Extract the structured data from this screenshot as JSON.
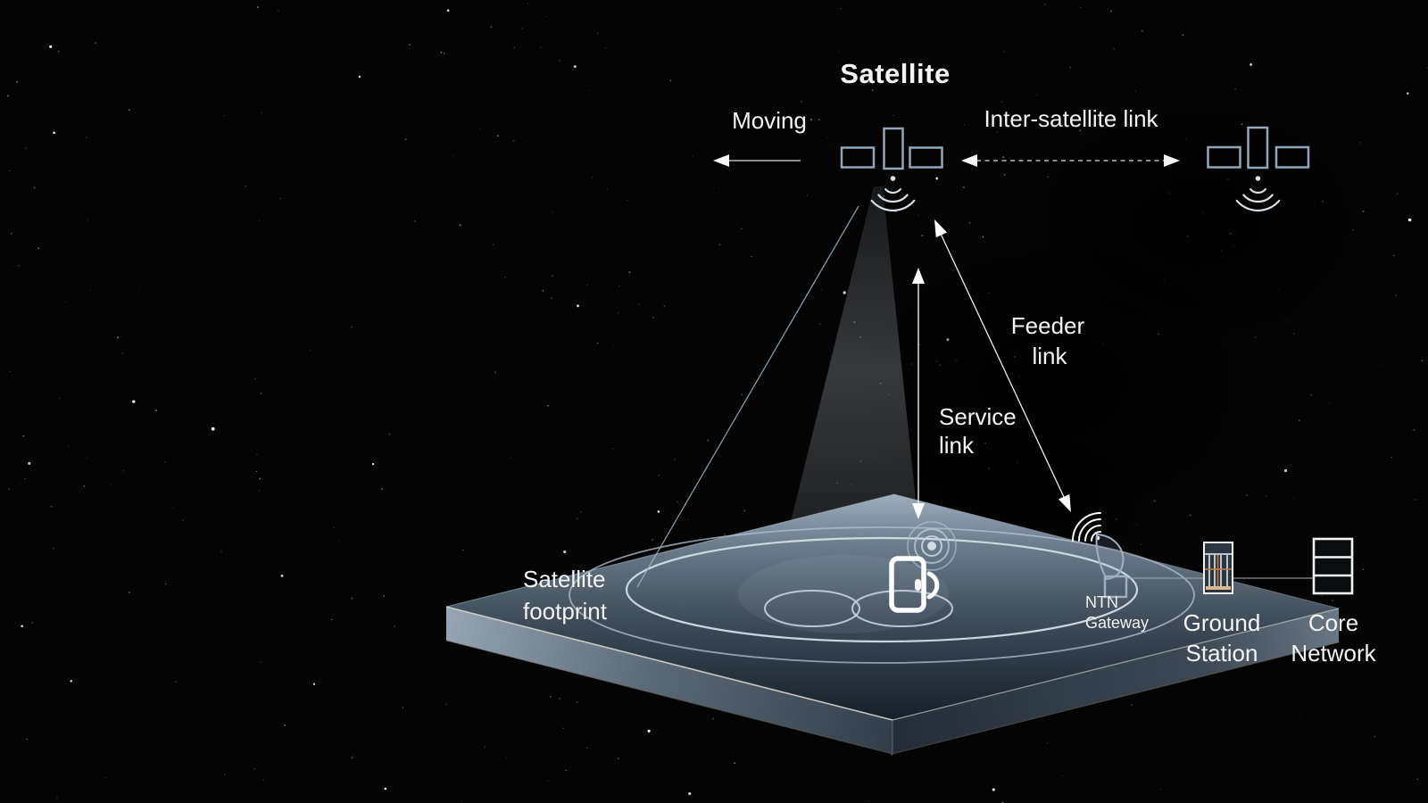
{
  "scene": {
    "description": "Non-terrestrial network satellite architecture diagram on a starry space background",
    "colors": {
      "background": "#040405",
      "text": "#f2f4f6",
      "satellite_outline": "#93a5b8",
      "signal_wave": "#d8dfe5",
      "platform_light": "#9eaebc",
      "platform_mid": "#46535f",
      "platform_dark": "#1a232d",
      "footprint_ring": "#d3dde5",
      "gateway_outline": "#9db0c4",
      "ground_station_accent": "#c08040",
      "arrow_line": "#e8eaec"
    }
  },
  "labels": {
    "satellite": "Satellite",
    "moving": "Moving",
    "inter_satellite_link": "Inter-satellite link",
    "feeder_link_line1": "Feeder",
    "feeder_link_line2": "link",
    "service_link_line1": "Service",
    "service_link_line2": "link",
    "satellite_footprint_line1": "Satellite",
    "satellite_footprint_line2": "footprint",
    "ntn_gateway_line1": "NTN",
    "ntn_gateway_line2": "Gateway",
    "ground_station_line1": "Ground",
    "ground_station_line2": "Station",
    "core_network_line1": "Core",
    "core_network_line2": "Network"
  },
  "icons": {
    "satellite_main": "satellite-icon",
    "satellite_secondary": "satellite-icon",
    "satellite_waves": "signal-waves-icon",
    "user_equipment": "phone-icon",
    "beam_spot": "concentric-target-icon",
    "ntn_gateway": "dish-antenna-icon",
    "ground_station": "building-icon",
    "core_network": "server-stack-icon"
  },
  "links": [
    {
      "name": "moving",
      "label": "Moving",
      "style": "solid-arrow-left"
    },
    {
      "name": "inter-satellite-link",
      "label": "Inter-satellite link",
      "style": "dashed-double-arrow"
    },
    {
      "name": "service-link",
      "label": "Service link",
      "style": "solid-double-arrow-vertical"
    },
    {
      "name": "feeder-link",
      "label": "Feeder link",
      "style": "solid-double-arrow-diagonal"
    },
    {
      "name": "gateway-to-core",
      "label": "",
      "style": "thin-line"
    }
  ]
}
